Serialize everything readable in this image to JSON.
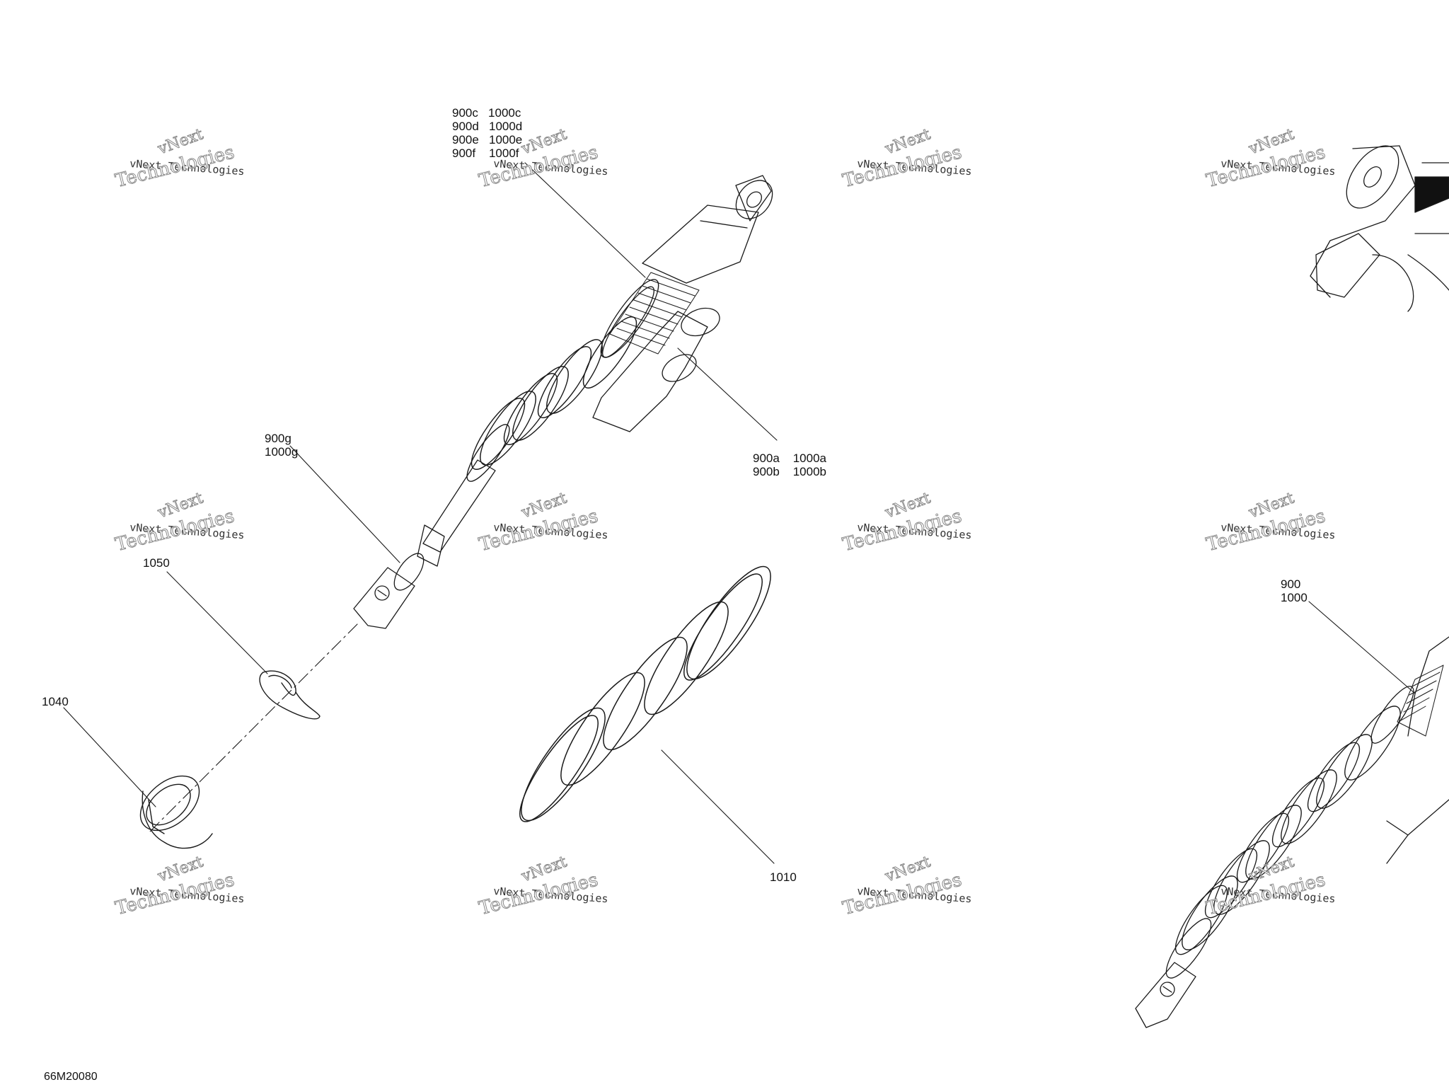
{
  "callouts": {
    "shock_top": [
      "900c   1000c",
      "900d   1000d",
      "900e   1000e",
      "900f    1000f"
    ],
    "shock_right": [
      "900a    1000a",
      "900b    1000b"
    ],
    "shock_lower": [
      "900g",
      "1000g"
    ],
    "part_1050": "1050",
    "part_1040": "1040",
    "part_1010": "1010",
    "assembly": [
      "900",
      "1000"
    ]
  },
  "watermark": {
    "line1": "vNext",
    "line2": "vNext Technologies",
    "line3": "Technologies"
  },
  "figure_code": "66M20080",
  "colors": {
    "line": "#1a1a1a",
    "ink": "#111111"
  }
}
